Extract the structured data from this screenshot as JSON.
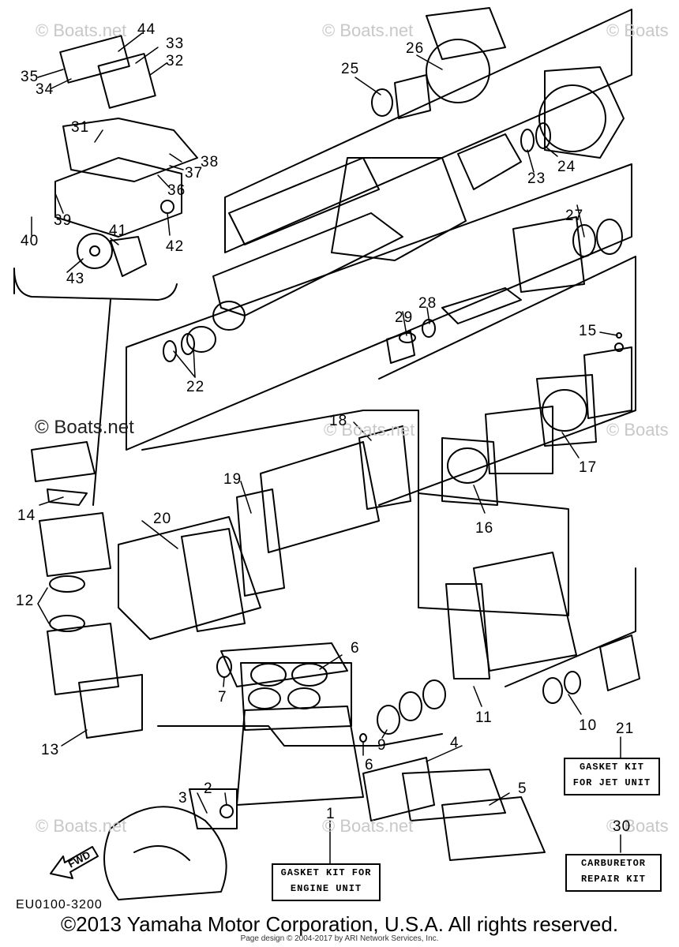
{
  "watermark": {
    "text": "© Boats.net",
    "short": "© Boats"
  },
  "callouts": [
    "1",
    "2",
    "3",
    "4",
    "5",
    "6",
    "6",
    "7",
    "9",
    "10",
    "11",
    "12",
    "13",
    "14",
    "15",
    "16",
    "17",
    "18",
    "19",
    "20",
    "21",
    "22",
    "23",
    "24",
    "25",
    "26",
    "27",
    "28",
    "29",
    "30",
    "31",
    "32",
    "33",
    "34",
    "35",
    "36",
    "37",
    "38",
    "39",
    "40",
    "41",
    "42",
    "43",
    "44"
  ],
  "kits": {
    "engine": {
      "num": "1",
      "line1": "GASKET KIT FOR",
      "line2": "ENGINE UNIT"
    },
    "jet": {
      "num": "21",
      "line1": "GASKET KIT",
      "line2": "FOR JET UNIT"
    },
    "carb": {
      "num": "30",
      "line1": "CARBURETOR",
      "line2": "REPAIR KIT"
    }
  },
  "fwd_label": "FWD",
  "diagram_code": "EU0100-3200",
  "copyright": "©2013 Yamaha Motor Corporation, U.S.A. All rights reserved.",
  "credit": "Page design © 2004-2017 by ARI Network Services, Inc."
}
